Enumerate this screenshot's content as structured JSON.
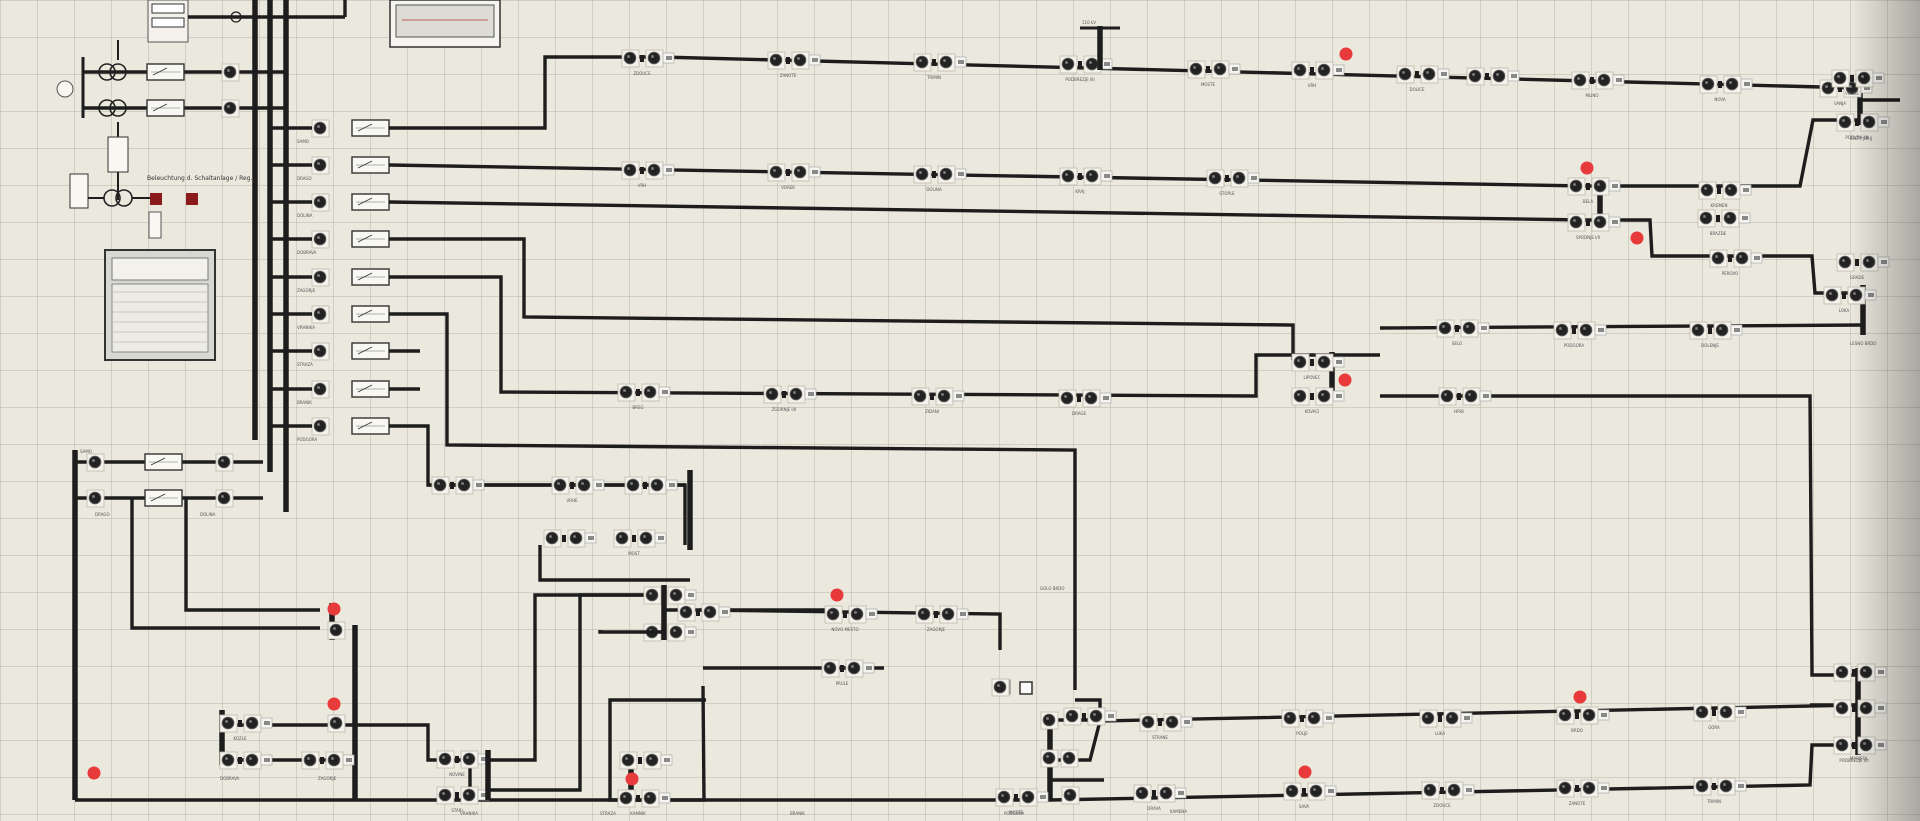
{
  "panel": {
    "transformer_note": "Beleuchtung d. Schaltanlage / Reg.",
    "feeder_labels": [
      "ZDOUCE",
      "ZANOTE",
      "TRIMIN",
      "PODBREZJE I/II",
      "MOSTE",
      "VRH",
      "DOLICE",
      "",
      "MLINO",
      "NOVA",
      "VANJA",
      "PODVRH I/II",
      "VRH",
      "VOREK",
      "DOLINA",
      "KRAJ",
      "STOPLE",
      "BELA",
      "KREMEN",
      "BRAZDE",
      "SPODNJE I/II",
      "PEROVO",
      "LOKA",
      "VELIKE",
      "GRADE",
      "BREG",
      "ZGORNJE I/II",
      "ZIDANI",
      "DRAGE",
      "LIPOVEC",
      "KOVACI",
      "SELO",
      "PODGORA",
      "DOLENJE",
      "HRIB",
      "KOZLE",
      "NOVINE",
      "STARI",
      "VRHE",
      "MOST",
      "NOVO MESTO",
      "ZAGORJE",
      "PRULE",
      "KAMNIK",
      "STRANE",
      "POLJE",
      "LUKA",
      "BRDO",
      "GORA",
      "DRAVA",
      "SAVA"
    ],
    "bus_labels": [
      "SAMO",
      "DRAGO",
      "DOLINA",
      "DOBRAVA",
      "ZAGORJE",
      "VRHNIKA",
      "STRAZA",
      "BRANIK",
      "PODGORA",
      "KAMENA",
      "MARJETA",
      "SVETI JURIJ",
      "LESNO BRDO",
      "GOLO BRDO"
    ]
  }
}
